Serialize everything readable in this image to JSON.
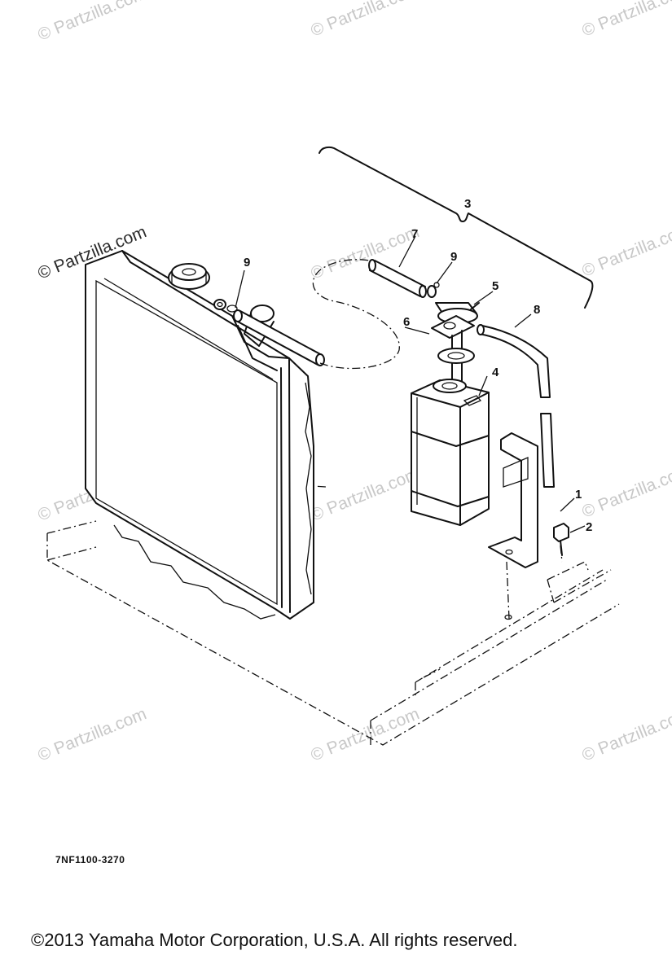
{
  "watermark": {
    "text": "© Partzilla.com",
    "positions": [
      "top-left",
      "top-center",
      "top-right",
      "upper-left",
      "upper-center",
      "upper-right",
      "middle-left",
      "middle-center",
      "middle-right",
      "lower-left",
      "lower-center",
      "lower-right"
    ]
  },
  "callouts": {
    "p1": "1",
    "p2": "2",
    "p3": "3",
    "p4": "4",
    "p5": "5",
    "p6": "6",
    "p7": "7",
    "p8": "8",
    "p9a": "9",
    "p9b": "9"
  },
  "diagram_code": "7NF1100-3270",
  "copyright": "©2013  Yamaha Motor Corporation, U.S.A. All rights reserved.",
  "colors": {
    "line": "#111111",
    "watermark": "#c8c8c8",
    "background": "#ffffff"
  }
}
